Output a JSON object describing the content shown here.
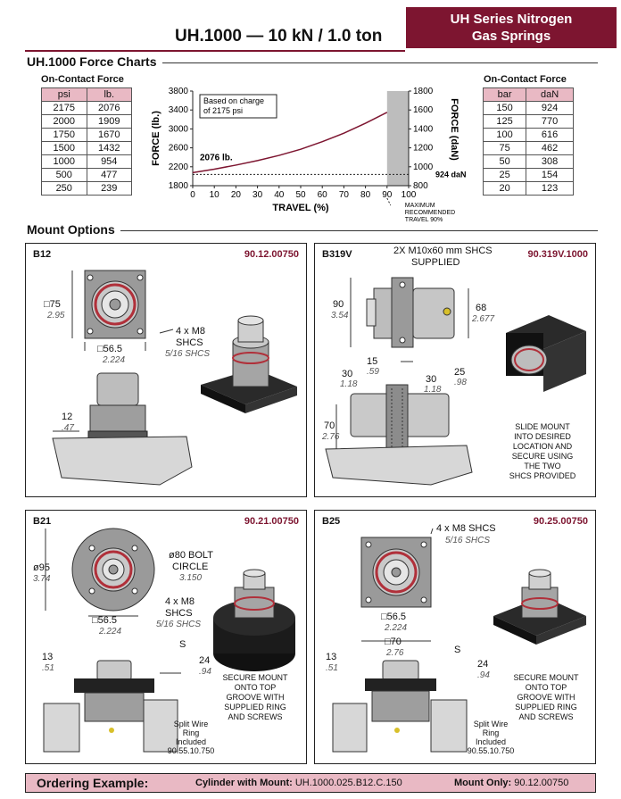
{
  "header": {
    "title": "UH.1000 — 10 kN / 1.0 ton",
    "badge_line1": "UH Series Nitrogen",
    "badge_line2": "Gas Springs"
  },
  "force_charts": {
    "title": "UH.1000 Force Charts",
    "left_table": {
      "caption": "On-Contact Force",
      "headers": [
        "psi",
        "lb."
      ],
      "rows": [
        [
          "2175",
          "2076"
        ],
        [
          "2000",
          "1909"
        ],
        [
          "1750",
          "1670"
        ],
        [
          "1500",
          "1432"
        ],
        [
          "1000",
          "954"
        ],
        [
          "500",
          "477"
        ],
        [
          "250",
          "239"
        ]
      ]
    },
    "right_table": {
      "caption": "On-Contact Force",
      "headers": [
        "bar",
        "daN"
      ],
      "rows": [
        [
          "150",
          "924"
        ],
        [
          "125",
          "770"
        ],
        [
          "100",
          "616"
        ],
        [
          "75",
          "462"
        ],
        [
          "50",
          "308"
        ],
        [
          "25",
          "154"
        ],
        [
          "20",
          "123"
        ]
      ]
    }
  },
  "chart_data": {
    "type": "line",
    "xlabel": "TRAVEL (%)",
    "ylabel": "FORCE (lb.)",
    "y2label": "FORCE (daN)",
    "xlim": [
      0,
      100
    ],
    "ylim": [
      1800,
      3800
    ],
    "y2lim": [
      800,
      1800
    ],
    "x_ticks": [
      0,
      10,
      20,
      30,
      40,
      50,
      60,
      70,
      80,
      90,
      100
    ],
    "y_ticks": [
      1800,
      2200,
      2600,
      3000,
      3400,
      3800
    ],
    "y2_ticks": [
      800,
      1000,
      1200,
      1400,
      1600,
      1800
    ],
    "x_tick_labels": [
      "0",
      "10",
      "20",
      "30",
      "40",
      "50",
      "60",
      "70",
      "80",
      "90",
      "100"
    ],
    "y_tick_labels": [
      "1800",
      "2200",
      "2600",
      "3000",
      "3400",
      "3800"
    ],
    "y2_tick_labels": [
      "800",
      "1000",
      "1200",
      "1400",
      "1600",
      "1800"
    ],
    "series": [
      {
        "x": [
          0,
          10,
          20,
          30,
          40,
          50,
          60,
          70,
          80,
          90
        ],
        "y": [
          2076,
          2150,
          2235,
          2330,
          2440,
          2570,
          2730,
          2910,
          3120,
          3350
        ]
      }
    ],
    "reference_line": {
      "y": 2038,
      "label": "924 daN"
    },
    "start_label": "2076 lb.",
    "note_box": "Based on charge of 2175 psi",
    "shaded_region": {
      "x0": 90,
      "x1": 100
    },
    "max_travel_note": [
      "MAXIMUM",
      "RECOMMENDED",
      "TRAVEL 90%"
    ],
    "grid": false
  },
  "mount_options": {
    "title": "Mount Options",
    "b12": {
      "id": "B12",
      "part": "90.12.00750",
      "d1": "□75",
      "d1i": "2.95",
      "d2": "□56.5",
      "d2i": "2.224",
      "screws": [
        "4 x M8",
        "SHCS"
      ],
      "screws_i": "5/16 SHCS",
      "h": "12",
      "hi": ".47"
    },
    "b319v": {
      "id": "B319V",
      "part": "90.319V.1000",
      "supplied": [
        "2X M10x60 mm SHCS",
        "SUPPLIED"
      ],
      "h1": "90",
      "h1i": "3.54",
      "h2": "68",
      "h2i": "2.677",
      "w15": "15",
      "w15i": ".59",
      "w30a": "30",
      "w30ai": "1.18",
      "w30b": "30",
      "w30bi": "1.18",
      "w25": "25",
      "w25i": ".98",
      "h70": "70",
      "h70i": "2.76",
      "note": [
        "SLIDE MOUNT",
        "INTO DESIRED",
        "LOCATION AND",
        "SECURE USING",
        "THE TWO",
        "SHCS PROVIDED"
      ]
    },
    "b21": {
      "id": "B21",
      "part": "90.21.00750",
      "d95": "ø95",
      "d95i": "3.74",
      "bolt": [
        "ø80 BOLT",
        "CIRCLE"
      ],
      "bolti": "3.150",
      "screws": [
        "4 x M8",
        "SHCS"
      ],
      "screws_i": "5/16 SHCS",
      "d2": "□56.5",
      "d2i": "2.224",
      "h13": "13",
      "h13i": ".51",
      "s": "S",
      "h24": "24",
      "h24i": ".94",
      "ring": [
        "Split Wire",
        "Ring",
        "Included",
        "90.55.10.750"
      ],
      "note": [
        "SECURE MOUNT",
        "ONTO TOP",
        "GROOVE WITH",
        "SUPPLIED RING",
        "AND SCREWS"
      ]
    },
    "b25": {
      "id": "B25",
      "part": "90.25.00750",
      "screws": "4 x M8 SHCS",
      "screws_i": "5/16 SHCS",
      "d2": "□56.5",
      "d2i": "2.224",
      "d70": "□70",
      "d70i": "2.76",
      "h13": "13",
      "h13i": ".51",
      "s": "S",
      "h24": "24",
      "h24i": ".94",
      "ring": [
        "Split Wire",
        "Ring",
        "Included",
        "90.55.10.750"
      ],
      "note": [
        "SECURE MOUNT",
        "ONTO TOP",
        "GROOVE WITH",
        "SUPPLIED RING",
        "AND SCREWS"
      ]
    }
  },
  "ordering": {
    "heading": "Ordering Example:",
    "cyl_label": "Cylinder with Mount:",
    "cyl_value": "UH.1000.025.B12.C.150",
    "mount_label": "Mount Only:",
    "mount_value": "90.12.00750"
  },
  "colors": {
    "brand": "#7d1530",
    "table_header": "#e9b9c4",
    "ring": "#b0303a"
  }
}
